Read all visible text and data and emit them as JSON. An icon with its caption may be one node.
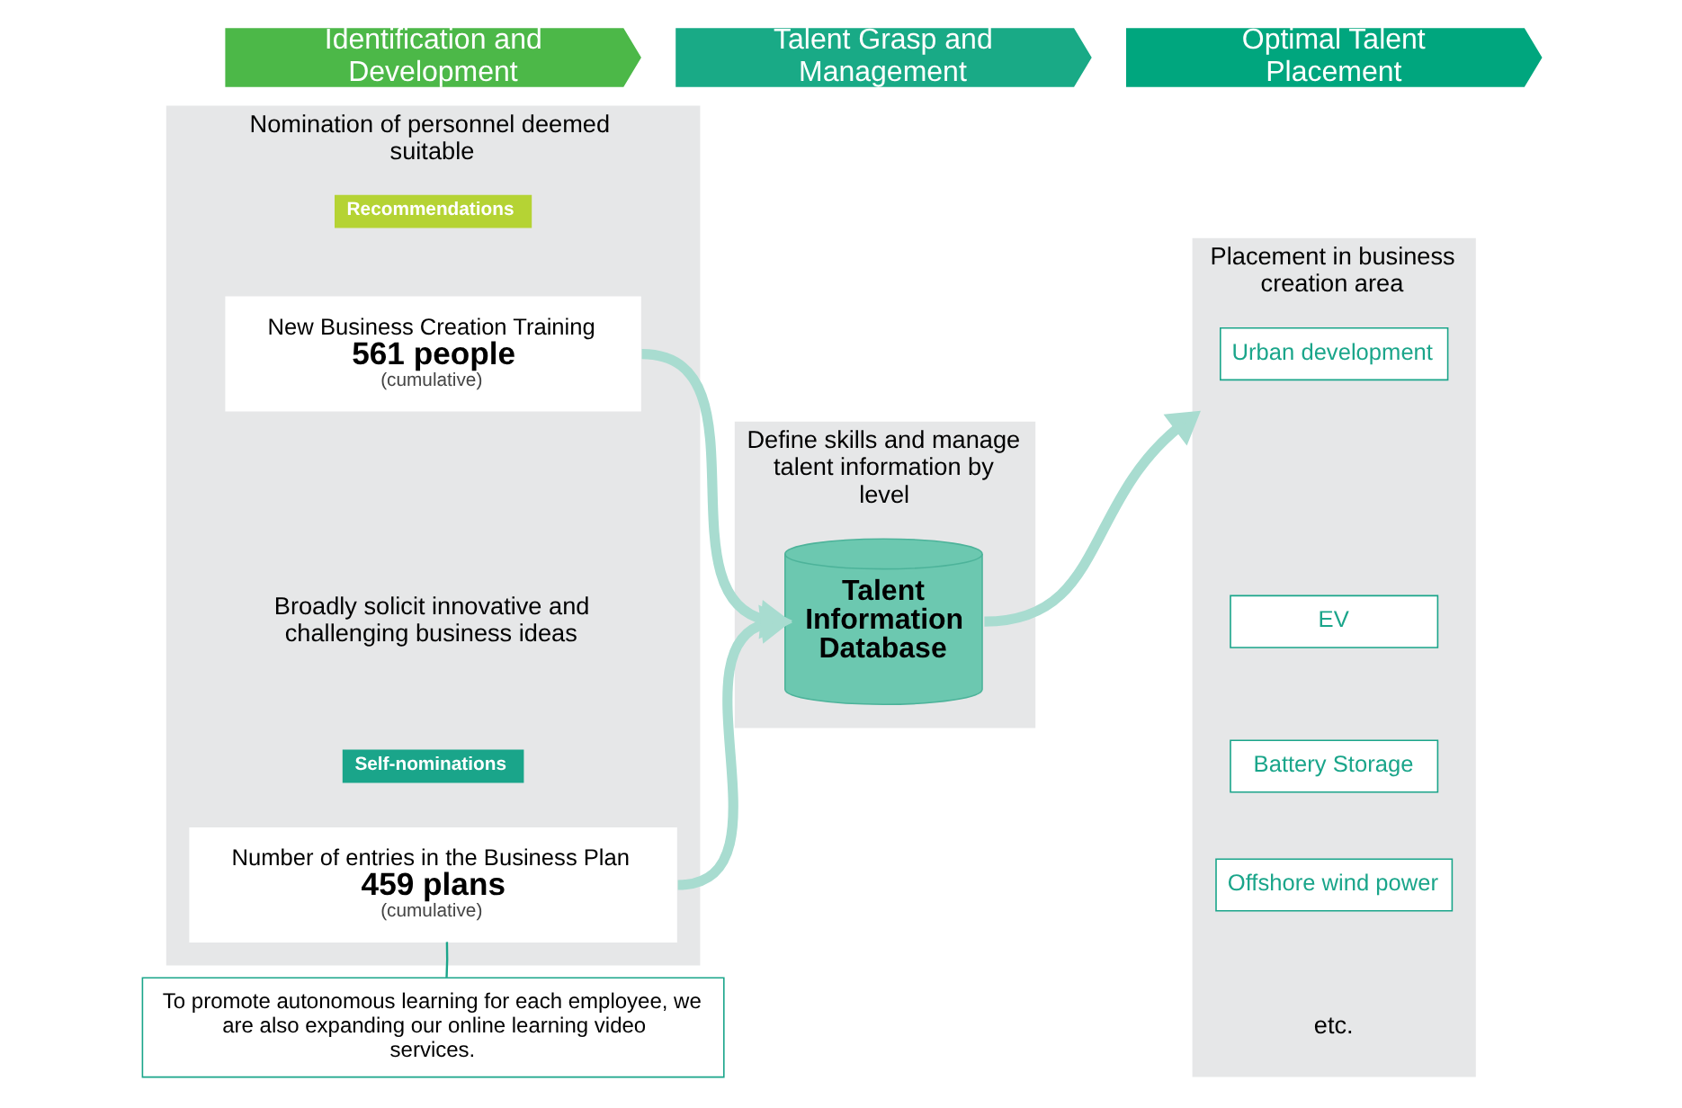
{
  "diagram": {
    "nodes": [
      {
        "text": [
          "Identification and Development"
        ]
      },
      {
        "text": [
          "Talent Grasp and Management"
        ]
      },
      {
        "text": [
          "Optimal Talent Placement"
        ]
      },
      {
        "text": [
          "Nomination of personnel deemed suitable"
        ]
      },
      {
        "text": [
          "Recommendations"
        ],
        "in": 3
      },
      {
        "text": [
          "New Business Creation Training",
          "561 people",
          "(cumulative)"
        ],
        "in": 3
      },
      {
        "text": [
          "Self-nominations"
        ],
        "in": 3
      },
      {
        "text": [
          "Number of entries in the Business Plan",
          "459 plans",
          "(cumulative)"
        ],
        "in": 3
      },
      {
        "text": [
          "Define skills and manage talent information by level"
        ]
      },
      {
        "text": [
          "Talent Information Database"
        ],
        "in": 8
      },
      {
        "text": [
          "Placement in business creation area"
        ]
      },
      {
        "text": [
          "Urban development"
        ],
        "in": 10
      },
      {
        "text": [
          "EV"
        ],
        "in": 10
      },
      {
        "text": [
          "Battery Storage"
        ],
        "in": 10
      },
      {
        "text": [
          "Offshore wind power"
        ],
        "in": 10
      },
      {
        "text": [
          "To promote autonomous learning for each employee, we are also expanding our online learning video services."
        ]
      }
    ],
    "edges": [
      {
        "from": 5,
        "to": 9,
        "arrow": "to"
      },
      {
        "from": 7,
        "to": 9,
        "arrow": "to"
      },
      {
        "from": 9,
        "to": 10,
        "arrow": "to"
      },
      {
        "from": 15,
        "to": 7,
        "arrow": "none",
        "color": "#1aa58a"
      }
    ],
    "labels": [
      "Broadly solicit innovative and challenging business ideas",
      "etc."
    ]
  }
}
